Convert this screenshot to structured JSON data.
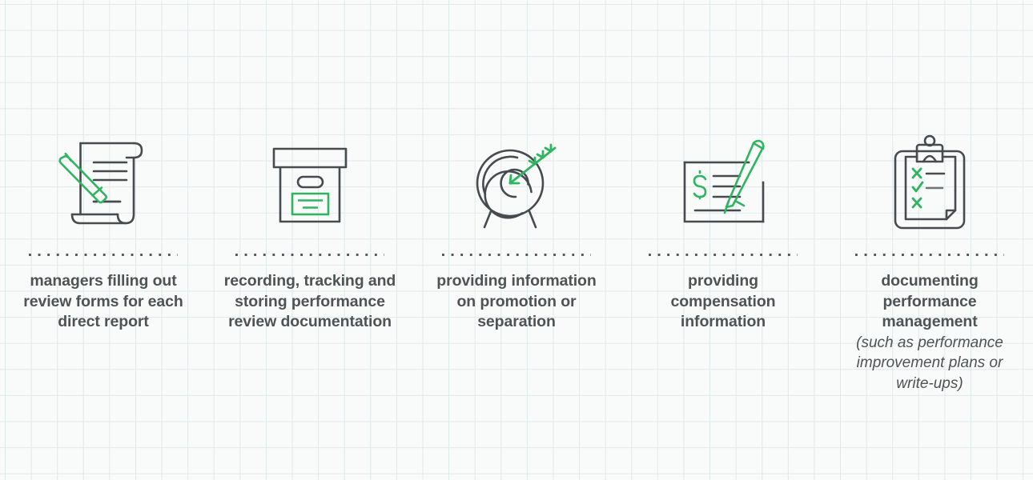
{
  "theme": {
    "background": "#f9fafa",
    "grid_line": "#dfeae9",
    "ink": "#4e5355",
    "accent_green": "#2fb45f",
    "dot_rule": "#56595b"
  },
  "columns": [
    {
      "icon": "scroll-with-pencil-icon",
      "caption": "managers filling out review forms for each direct report",
      "subcaption": ""
    },
    {
      "icon": "archive-box-icon",
      "caption": "recording, tracking and storing performance review documentation",
      "subcaption": ""
    },
    {
      "icon": "target-with-arrow-icon",
      "caption": "providing information on promotion or separation",
      "subcaption": ""
    },
    {
      "icon": "check-with-pen-icon",
      "caption": "providing compensation information",
      "subcaption": ""
    },
    {
      "icon": "clipboard-checklist-icon",
      "caption": "documenting performance management",
      "subcaption": "(such as performance improvement plans or write-ups)"
    }
  ]
}
